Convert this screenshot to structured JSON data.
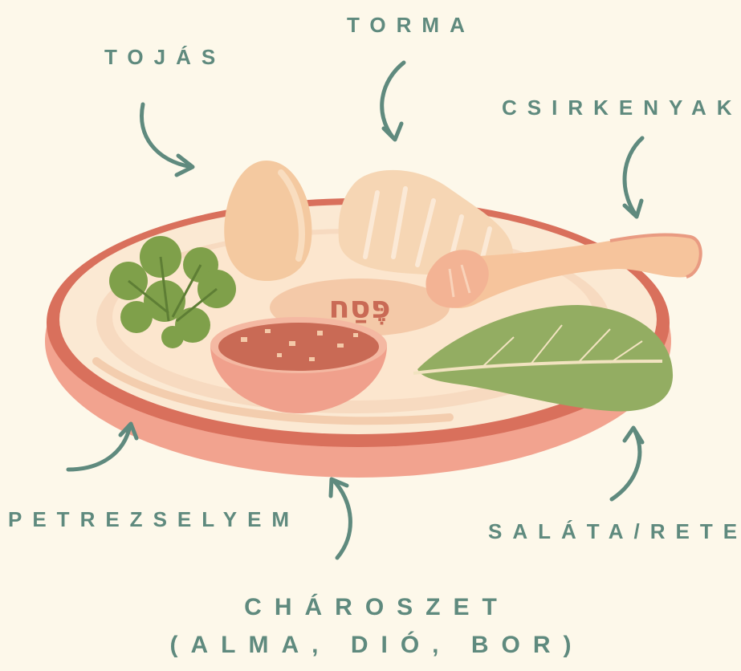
{
  "labels": {
    "egg": "TOJÁS",
    "horseradish": "TORMA",
    "chicken_neck": "CSIRKENYAK",
    "parsley": "PETREZSELYEM",
    "lettuce": "SALÁTA/RETEK",
    "charoset": "CHÁROSZET",
    "charoset_sub": "(ALMA, DIÓ, BOR)"
  },
  "plate_text": "פֶּסַח",
  "colors": {
    "background": "#FDF8EA",
    "label": "#5F8A7E",
    "plate_rim": "#D9705C",
    "plate_inner": "#FCE4CF",
    "egg": "#F4C9A0",
    "parsley": "#7FA04A",
    "lettuce": "#93AD62",
    "charoset_bowl": "#F0A08C",
    "charoset": "#C96A55"
  }
}
